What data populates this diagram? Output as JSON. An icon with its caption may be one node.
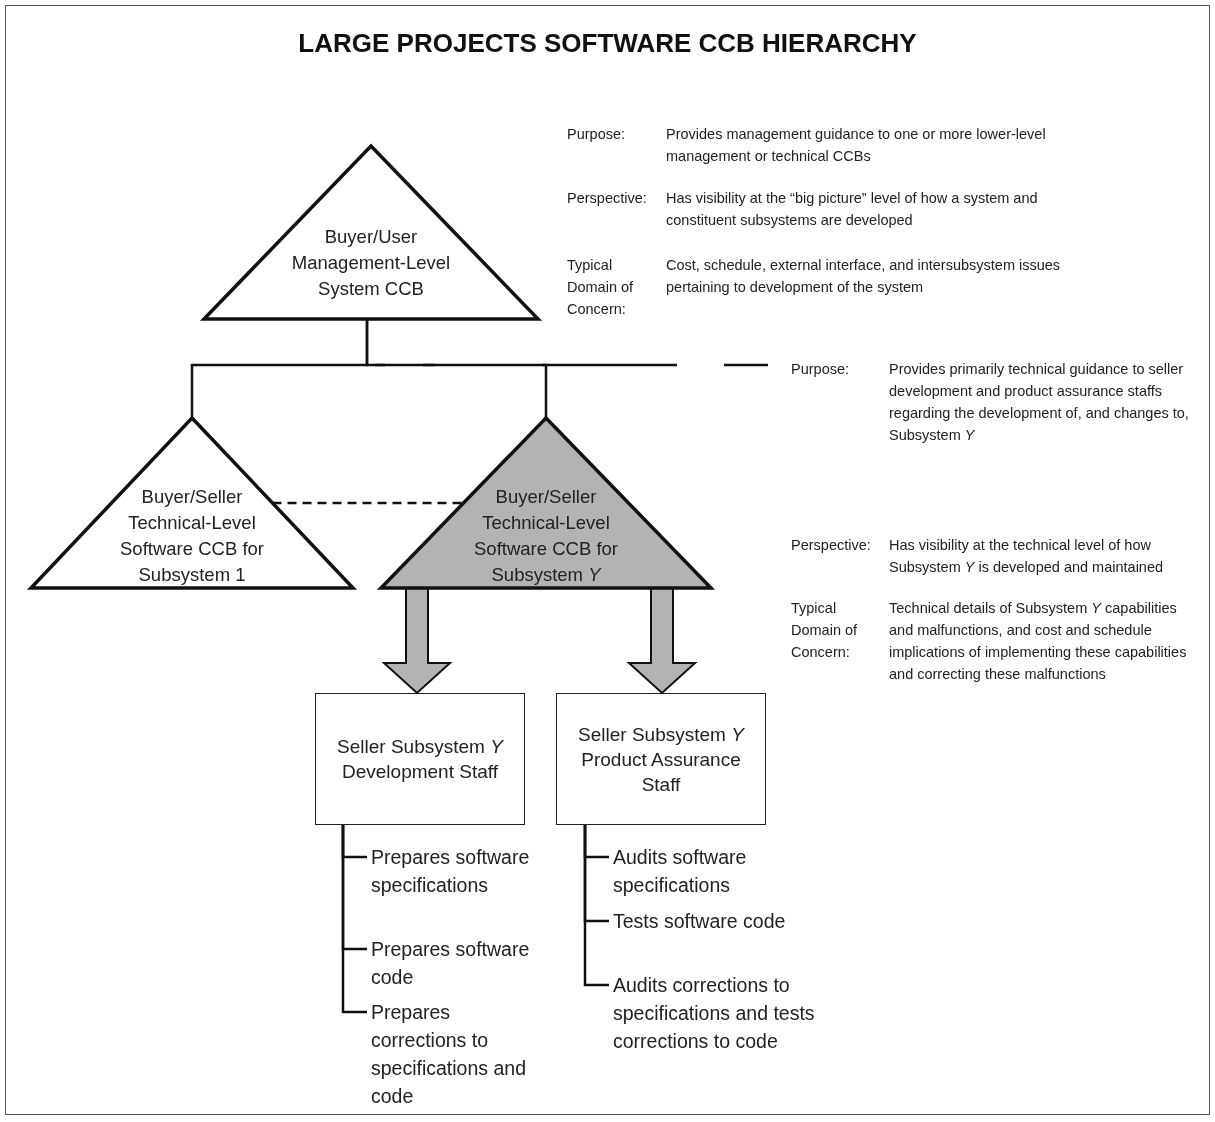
{
  "diagram": {
    "title": "LARGE PROJECTS SOFTWARE CCB HIERARCHY",
    "nodes": [
      {
        "text": [
          "Buyer/User Management-Level System CCB"
        ]
      },
      {
        "text": [
          "Buyer/Seller Technical-Level Software CCB for Subsystem 1"
        ]
      },
      {
        "text": [
          "Buyer/Seller Technical-Level Software CCB for Subsystem *Y*"
        ]
      },
      {
        "text": [
          "Seller Subsystem *Y* Development Staff"
        ]
      },
      {
        "text": [
          "Seller Subsystem *Y* Product Assurance Staff"
        ]
      },
      {
        "text": [
          "Prepares software specifications"
        ]
      },
      {
        "text": [
          "Prepares software code"
        ]
      },
      {
        "text": [
          "Prepares corrections to specifications and code"
        ]
      },
      {
        "text": [
          "Audits software specifications"
        ]
      },
      {
        "text": [
          "Tests software code"
        ]
      },
      {
        "text": [
          "Audits corrections  to specifications and tests corrections to code"
        ]
      }
    ],
    "edges": [
      {
        "from": 0,
        "to": 1,
        "arrow": "none"
      },
      {
        "from": 0,
        "to": 2,
        "arrow": "none"
      },
      {
        "from": 1,
        "to": 2,
        "arrow": "none",
        "style": "dashed"
      },
      {
        "from": 2,
        "to": 3,
        "arrow": "to",
        "style": "thick",
        "color": "#b3b3b3"
      },
      {
        "from": 2,
        "to": 4,
        "arrow": "to",
        "style": "thick",
        "color": "#b3b3b3"
      },
      {
        "from": 3,
        "to": 5,
        "arrow": "none"
      },
      {
        "from": 3,
        "to": 6,
        "arrow": "none"
      },
      {
        "from": 3,
        "to": 7,
        "arrow": "none"
      },
      {
        "from": 4,
        "to": 8,
        "arrow": "none"
      },
      {
        "from": 4,
        "to": 9,
        "arrow": "none"
      },
      {
        "from": 4,
        "to": 10,
        "arrow": "none"
      }
    ],
    "labels": [
      "Purpose:",
      "Provides management guidance to one or more lower-level management or technical CCBs",
      "Perspective:",
      "Has visibility at the “big picture” level of how a system and constituent subsystems are developed",
      "Typical Domain of Concern:",
      "Cost, schedule, external interface, and intersubsystem issues pertaining to development of the system",
      "Purpose:",
      "Provides primarily technical guidance to seller development and product assurance staffs regarding the development of, and changes to, Subsystem *Y*",
      "Perspective:",
      "Has visibility at the technical level of how Subsystem *Y* is developed and maintained",
      "Typical Domain of Concern:",
      "Technical details of Subsystem *Y* capabilities and malfunctions, and cost and schedule implications of implementing these capabilities and correcting these malfunctions"
    ]
  }
}
